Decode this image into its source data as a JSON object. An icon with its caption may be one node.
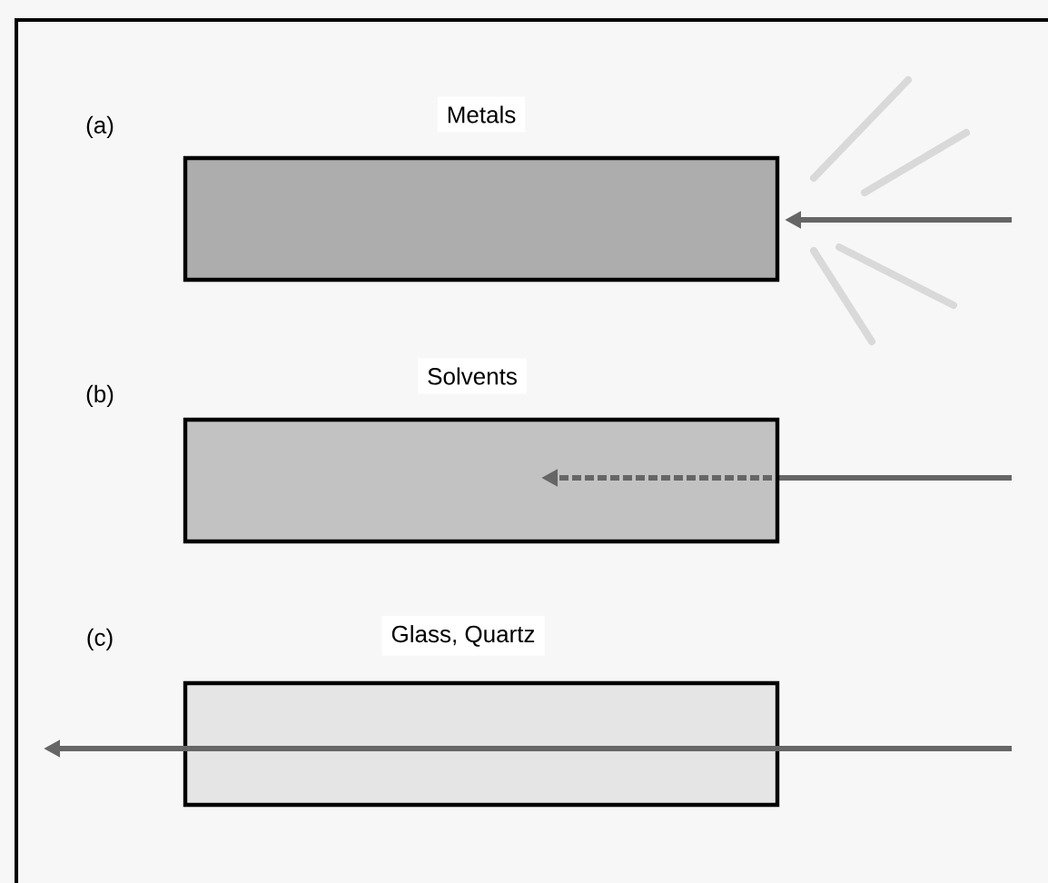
{
  "diagram": {
    "nodes": [
      {
        "text": [
          "Metals"
        ]
      },
      {
        "text": [
          "Solvents"
        ]
      },
      {
        "text": [
          "Glass, Quartz"
        ]
      }
    ],
    "labels": [
      "(a)",
      "(b)",
      "(c)"
    ]
  }
}
